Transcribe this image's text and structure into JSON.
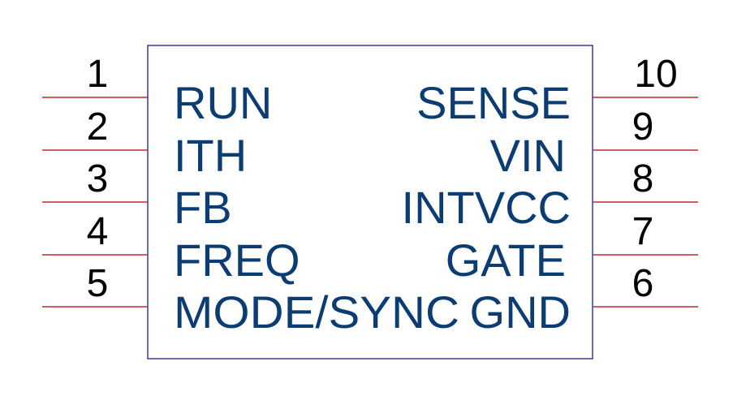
{
  "colors": {
    "body_outline": "#3a3a9a",
    "pin_line": "#c0282d",
    "pin_label": "#0b3d73",
    "pin_number": "#000000",
    "background": "#ffffff"
  },
  "left_pins": [
    {
      "number": "1",
      "name": "RUN"
    },
    {
      "number": "2",
      "name": "ITH"
    },
    {
      "number": "3",
      "name": "FB"
    },
    {
      "number": "4",
      "name": "FREQ"
    },
    {
      "number": "5",
      "name": "MODE/SYNC"
    }
  ],
  "right_pins": [
    {
      "number": "10",
      "name": "SENSE"
    },
    {
      "number": "9",
      "name": "VIN"
    },
    {
      "number": "8",
      "name": "INTVCC"
    },
    {
      "number": "7",
      "name": "GATE"
    },
    {
      "number": "6",
      "name": "GND"
    }
  ]
}
